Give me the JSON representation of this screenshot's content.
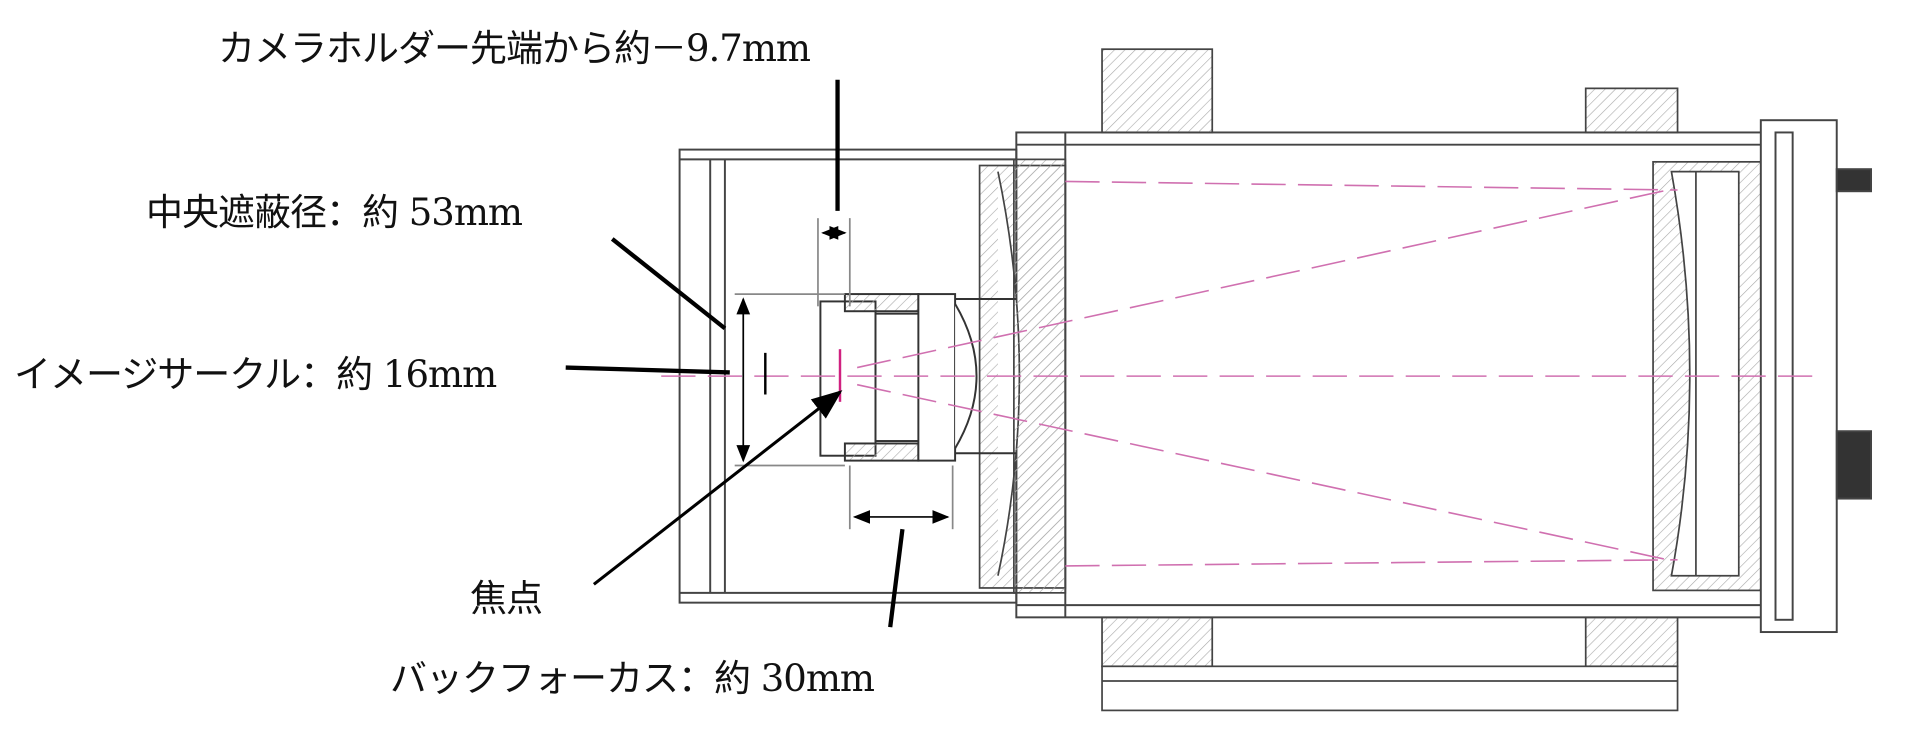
{
  "labels": {
    "holder_offset": "カメラホルダー先端から約－9.7mm",
    "central_obstruction": "中央遮蔽径：約 53mm",
    "image_circle": "イメージサークル：約 16mm",
    "focal_point": "焦点",
    "back_focus": "バックフォーカス：約 30mm"
  },
  "colors": {
    "line": "#333333",
    "ray": "#d070b0",
    "leader": "#000000"
  }
}
